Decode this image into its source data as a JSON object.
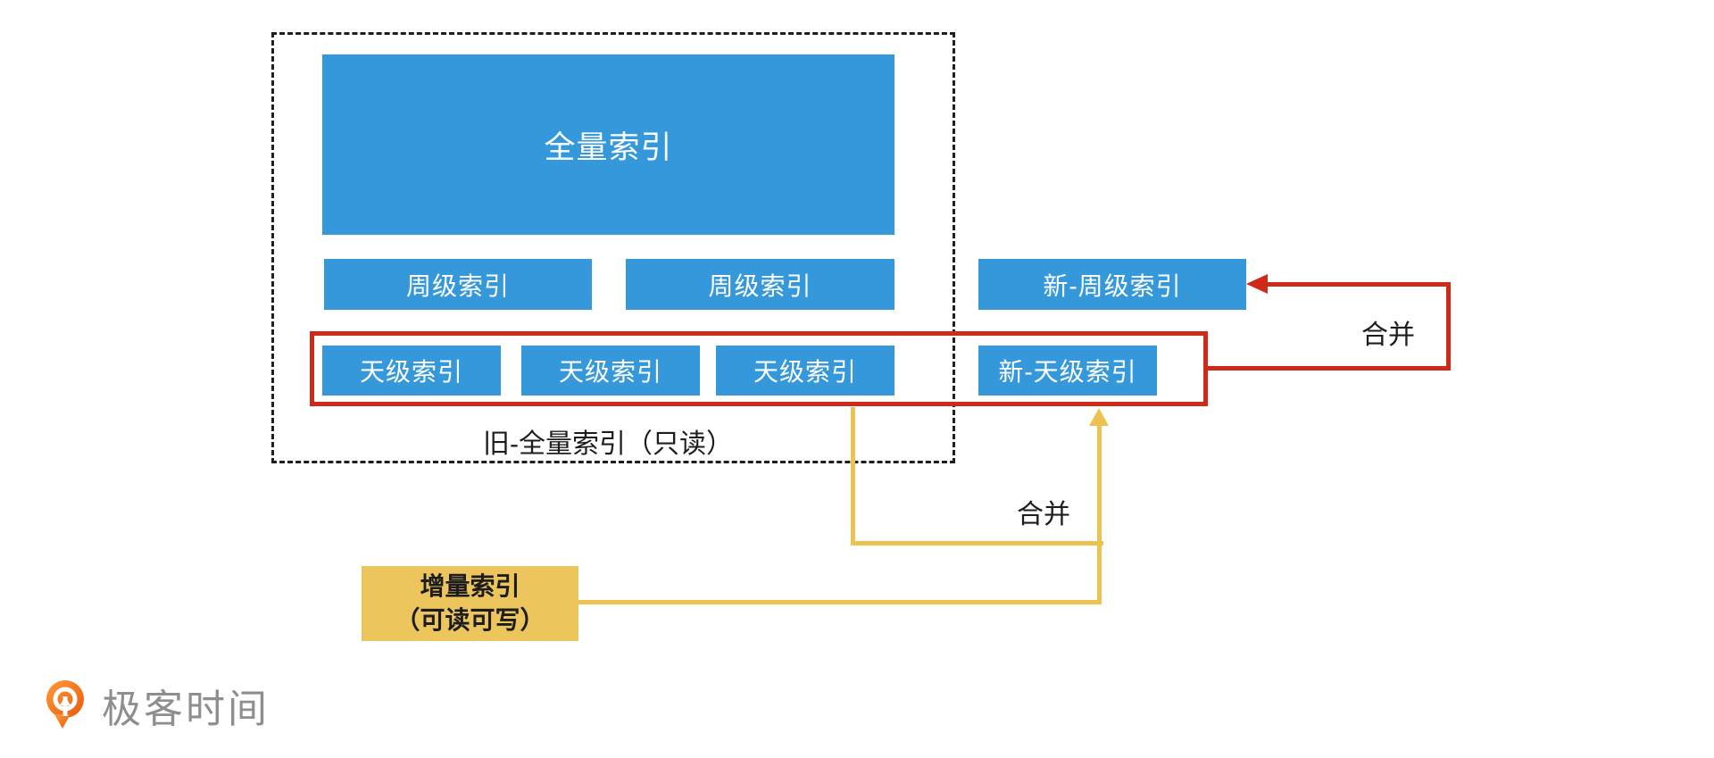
{
  "diagram": {
    "group_caption": "旧-全量索引（只读）",
    "boxes": {
      "full_index": "全量索引",
      "week_index_1": "周级索引",
      "week_index_2": "周级索引",
      "new_week_index": "新-周级索引",
      "day_index_1": "天级索引",
      "day_index_2": "天级索引",
      "day_index_3": "天级索引",
      "new_day_index": "新-天级索引",
      "incremental_line1": "增量索引",
      "incremental_line2": "（可读可写）"
    },
    "labels": {
      "merge_top": "合并",
      "merge_bottom": "合并"
    },
    "colors": {
      "box_blue": "#3598db",
      "box_yellow": "#ecc55d",
      "line_yellow": "#eec250",
      "line_red": "#cd2a1a",
      "dashed_border": "#1f1f1f",
      "text_dark": "#1d1d1f",
      "brand_gray": "#8e8e8e",
      "brand_orange": "#f3701b"
    }
  },
  "footer": {
    "brand": "极客时间"
  }
}
